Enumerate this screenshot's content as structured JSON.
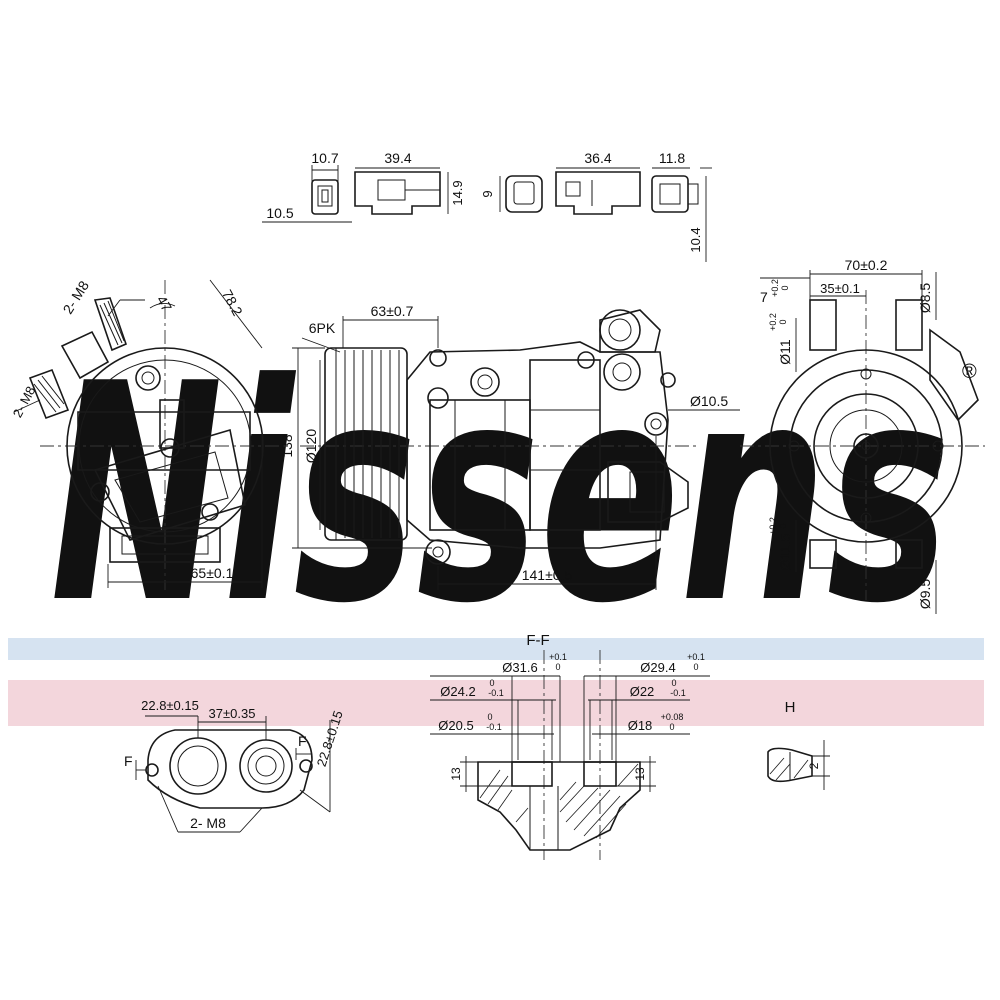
{
  "brand": {
    "watermark": "Nissens",
    "mark": "®",
    "color": "#c9d9ec"
  },
  "bands": {
    "blue": "#d6e3f1",
    "red": "#f3d6dc"
  },
  "connectors": {
    "c1_w": "10.7",
    "c1_b": "10.5",
    "c2_w": "39.4",
    "c2_h": "14.9",
    "c3_h": "9",
    "c4_w": "36.4",
    "c5_w": "11.8",
    "c5_h": "10.4"
  },
  "left_view": {
    "bolt_top": "2- M8",
    "angle": "47",
    "diag": "78.2",
    "bolt_left": "2- M8",
    "width": "65±0.1"
  },
  "side_view": {
    "belt": "6PK",
    "top": "63±0.7",
    "height": "138",
    "pulley": "Ø120",
    "hole": "Ø10.5",
    "length": "141±0.5"
  },
  "right_view": {
    "top": "70±0.2",
    "inner": "35±0.1",
    "d1": "7",
    "d1_tol_top": "+0.2",
    "d1_tol_bot": "0",
    "d2": "Ø11",
    "d2_tol_top": "+0.2",
    "d2_tol_bot": "0",
    "d3": "Ø8.5",
    "d4": "Ø11.5",
    "d4_tol_top": "+0.2",
    "d4_tol_bot": "0",
    "d5": "Ø9.5"
  },
  "flange_view": {
    "d1": "22.8±0.15",
    "d2": "37±0.35",
    "d3": "22.8±0.15",
    "label_f1": "F",
    "label_f2": "F",
    "bolt": "2- M8"
  },
  "section_ff": {
    "title": "F-F",
    "o1": "Ø31.6",
    "o1_tol_top": "+0.1",
    "o1_tol_bot": "0",
    "o2": "Ø29.4",
    "o2_tol_top": "+0.1",
    "o2_tol_bot": "0",
    "o3": "Ø24.2",
    "o3_tol_top": "0",
    "o3_tol_bot": "-0.1",
    "o4": "Ø22",
    "o4_tol_top": "0",
    "o4_tol_bot": "-0.1",
    "o5": "Ø20.5",
    "o5_tol_top": "0",
    "o5_tol_bot": "-0.1",
    "o6": "Ø18",
    "o6_tol_top": "+0.08",
    "o6_tol_bot": "0",
    "h1": "13",
    "h2": "13"
  },
  "detail_h": {
    "title": "H",
    "dim": "2"
  }
}
